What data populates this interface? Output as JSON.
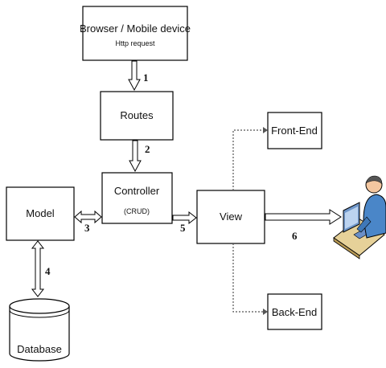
{
  "nodes": {
    "browser": {
      "label": "Browser / Mobile device",
      "sublabel": "Http request"
    },
    "routes": {
      "label": "Routes"
    },
    "controller": {
      "label": "Controller",
      "sublabel": "(CRUD)"
    },
    "model": {
      "label": "Model"
    },
    "view": {
      "label": "View"
    },
    "frontend": {
      "label": "Front-End"
    },
    "backend": {
      "label": "Back-End"
    },
    "database": {
      "label": "Database"
    }
  },
  "edges": [
    {
      "from": "browser",
      "to": "routes",
      "label": "1"
    },
    {
      "from": "routes",
      "to": "controller",
      "label": "2"
    },
    {
      "from": "controller",
      "to": "model",
      "label": "3",
      "bidirectional": true
    },
    {
      "from": "model",
      "to": "database",
      "label": "4",
      "bidirectional": true
    },
    {
      "from": "controller",
      "to": "view",
      "label": "5"
    },
    {
      "from": "view",
      "to": "user",
      "label": "6"
    },
    {
      "from": "view",
      "to": "frontend",
      "style": "dotted"
    },
    {
      "from": "view",
      "to": "backend",
      "style": "dotted"
    }
  ],
  "colors": {
    "stroke": "#000000",
    "dotted": "#555555",
    "user_shirt": "#4a86c8",
    "user_skin": "#f4c7a0",
    "desk": "#e6d199"
  },
  "icons": {
    "user": "user-at-computer-icon"
  }
}
